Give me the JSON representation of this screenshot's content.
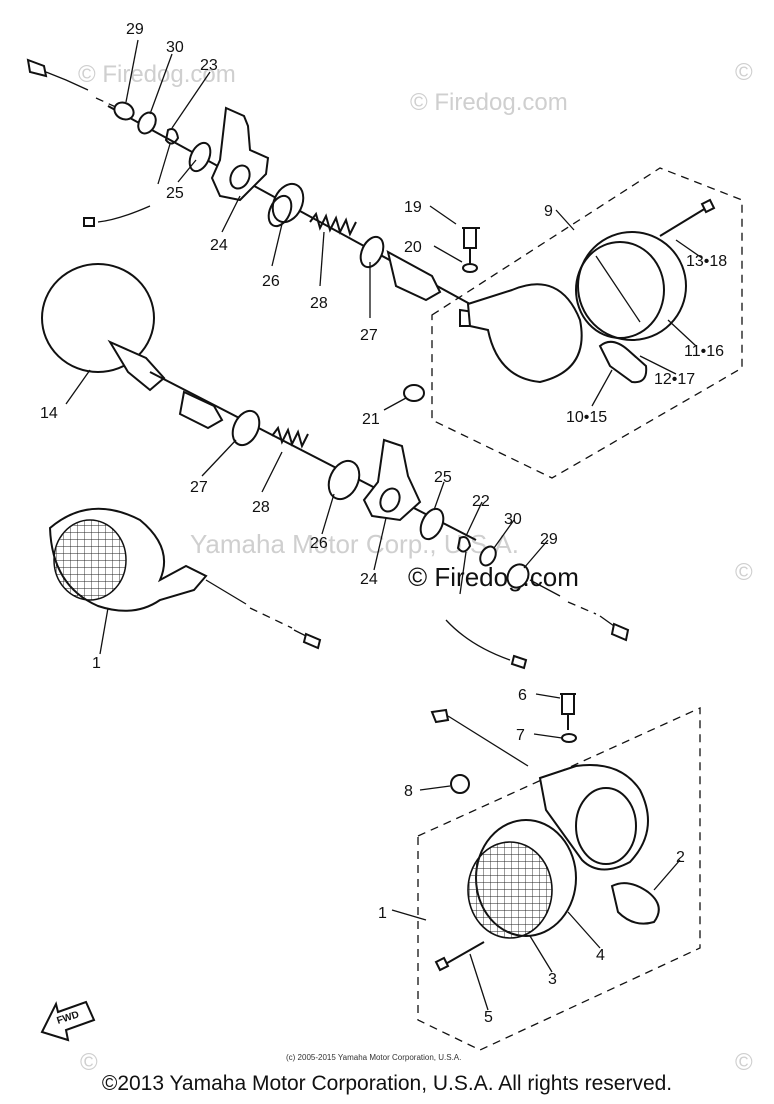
{
  "watermarks": {
    "firedog": "© Firedog.com",
    "yamaha": "Yamaha Motor Corp., U.S.A.",
    "corner": "©"
  },
  "small_credit": "(c) 2005-2015 Yamaha Motor Corporation, U.S.A.",
  "fwd_label": "FWD",
  "copyright": "©2013 Yamaha Motor Corporation, U.S.A. All rights reserved.",
  "callouts": {
    "c29a": "29",
    "c30a": "30",
    "c23": "23",
    "c25a": "25",
    "c24a": "24",
    "c26a": "26",
    "c28a": "28",
    "c27a": "27",
    "c19": "19",
    "c20": "20",
    "c9": "9",
    "c13_18": "13•18",
    "c11_16": "11•16",
    "c12_17": "12•17",
    "c10_15": "10•15",
    "c21": "21",
    "c14": "14",
    "c27b": "27",
    "c28b": "28",
    "c26b": "26",
    "c24b": "24",
    "c25b": "25",
    "c22": "22",
    "c30b": "30",
    "c29b": "29",
    "c1a": "1",
    "c6": "6",
    "c7": "7",
    "c8": "8",
    "c1b": "1",
    "c2": "2",
    "c3": "3",
    "c4": "4",
    "c5": "5"
  }
}
